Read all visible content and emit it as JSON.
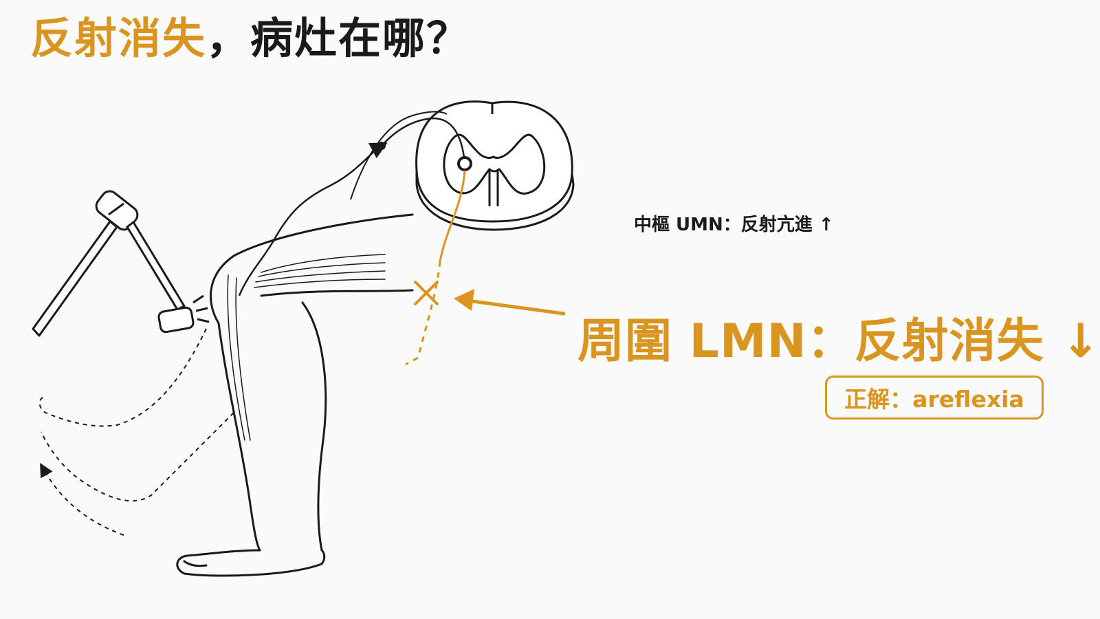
{
  "title": {
    "highlight": "反射消失",
    "rest": "，病灶在哪？"
  },
  "labels": {
    "umn": "中樞 UMN：反射亢進 ↑",
    "lmn": "周圍 LMN：反射消失 ↓",
    "answer": "正解：areflexia"
  },
  "colors": {
    "accent": "#d99520",
    "ink": "#1a1a1a",
    "background": "#fafafa"
  },
  "icons": [
    "reflex-hammer-icon",
    "spinal-cord-cross-section",
    "leg-illustration",
    "lesion-x-mark",
    "pointer-arrow"
  ]
}
